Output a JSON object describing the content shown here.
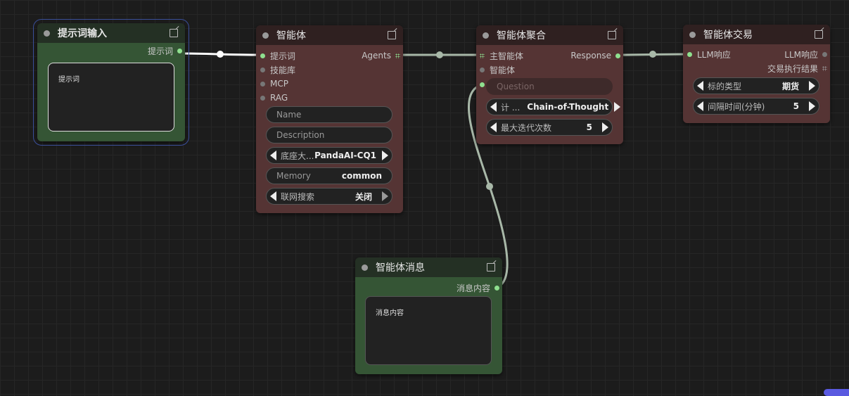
{
  "nodes": {
    "prompt_input": {
      "title": "提示词输入",
      "output_label": "提示词",
      "textarea_placeholder": "提示词"
    },
    "agent": {
      "title": "智能体",
      "inputs": [
        "提示词",
        "技能库",
        "MCP",
        "RAG"
      ],
      "output_label": "Agents",
      "name_placeholder": "Name",
      "description_placeholder": "Description",
      "base_model_label": "底座大...",
      "base_model_value": "PandaAI-CQ1",
      "memory_label": "Memory",
      "memory_value": "common",
      "web_search_label": "联网搜索",
      "web_search_value": "关闭"
    },
    "agent_aggregate": {
      "title": "智能体聚合",
      "inputs": [
        "主智能体",
        "智能体"
      ],
      "output_label": "Response",
      "question_placeholder": "Question",
      "strategy_label": "计 ...",
      "strategy_value": "Chain-of-Thought",
      "max_iter_label": "最大迭代次数",
      "max_iter_value": "5"
    },
    "agent_trade": {
      "title": "智能体交易",
      "input_label": "LLM响应",
      "outputs": [
        "LLM响应",
        "交易执行结果"
      ],
      "target_type_label": "标的类型",
      "target_type_value": "期货",
      "interval_label": "间隔时间(分钟)",
      "interval_value": "5"
    },
    "agent_message": {
      "title": "智能体消息",
      "output_label": "消息内容",
      "textarea_placeholder": "消息内容"
    }
  },
  "colors": {
    "link": "#a8b8a8",
    "slot_connected": "#8fe08f",
    "red_node_body": "#553434",
    "green_node_body": "#355535",
    "selection": "#3a4f9a"
  }
}
